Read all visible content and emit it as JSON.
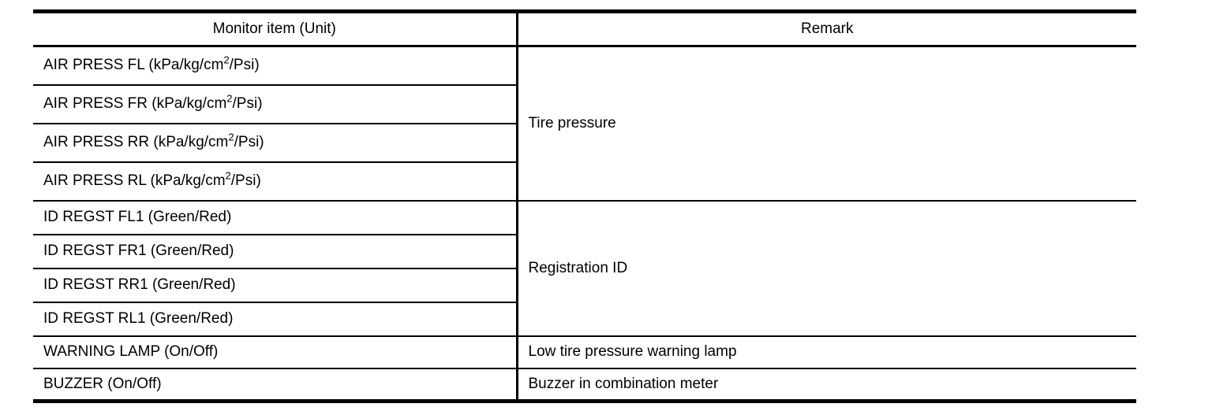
{
  "table": {
    "headers": {
      "monitor_item": "Monitor item (Unit)",
      "remark": "Remark"
    },
    "rows": [
      {
        "pre": "AIR PRESS FL (kPa/kg/cm",
        "sup": "2",
        "post": "/Psi)"
      },
      {
        "pre": "AIR PRESS FR (kPa/kg/cm",
        "sup": "2",
        "post": "/Psi)"
      },
      {
        "pre": "AIR PRESS RR (kPa/kg/cm",
        "sup": "2",
        "post": "/Psi)"
      },
      {
        "pre": "AIR PRESS RL (kPa/kg/cm",
        "sup": "2",
        "post": "/Psi)"
      },
      {
        "pre": "ID REGST FL1 (Green/Red)",
        "sup": "",
        "post": ""
      },
      {
        "pre": "ID REGST FR1 (Green/Red)",
        "sup": "",
        "post": ""
      },
      {
        "pre": "ID REGST RR1 (Green/Red)",
        "sup": "",
        "post": ""
      },
      {
        "pre": "ID REGST RL1 (Green/Red)",
        "sup": "",
        "post": ""
      },
      {
        "pre": "WARNING LAMP (On/Off)",
        "sup": "",
        "post": ""
      },
      {
        "pre": "BUZZER (On/Off)",
        "sup": "",
        "post": ""
      }
    ],
    "remarks": [
      {
        "text": "Tire pressure"
      },
      {
        "text": "Registration ID"
      },
      {
        "text": "Low tire pressure warning lamp"
      },
      {
        "text": "Buzzer in combination meter"
      }
    ]
  },
  "colors": {
    "line": "#000000",
    "text": "#000000",
    "background": "#ffffff"
  }
}
